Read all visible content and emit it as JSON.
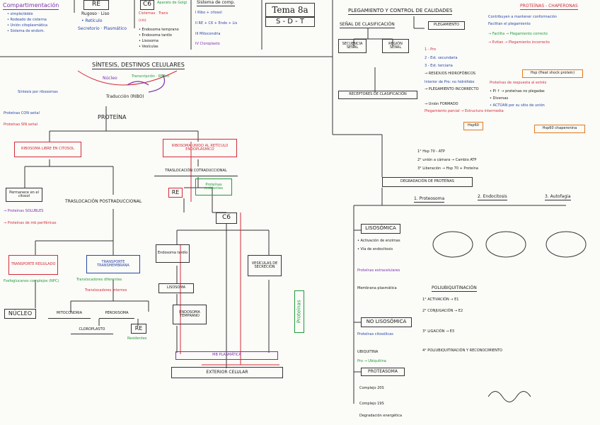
{
  "top_left": {
    "comp_title": "Compartimentación",
    "comp_items": [
      "• simple/doble",
      "• Rodeado de cisterna",
      "• Unión citoplasmática",
      "• Sistema de endom."
    ],
    "re_title": "RE",
    "re_items": [
      "Rugoso · Liso",
      "• Retículo",
      "Secretorio · Plasmático"
    ],
    "c6_title": "C6",
    "c6_sub": "Aparato de Golgi",
    "c6_items": [
      "Cisternas · Trans",
      "(cis)",
      "• Endosoma temprano",
      "• Endosoma tardío",
      "• Lisosoma",
      "• Vesículas"
    ],
    "sistema_title": "Sistema de comp.",
    "sistema_items": [
      "I Ribo + citosol",
      "II RE + C6 + Endo + Lis",
      "III Mitocondria",
      "IV Cloroplasto"
    ],
    "tema_title": "Tema 8a",
    "tema_sub": "S - D - T"
  },
  "left_flow": {
    "sintesis_title": "SÍNTESIS, DESTINOS CELULARES",
    "nucleo": "Núcleo",
    "transcrip": "Transcripción · RNAm",
    "traduccion": "Traducción (RIBO)",
    "sintesis_ribo": "Síntesis por ribosomas",
    "proteina": "PROTEÍNA",
    "con_senal": "Proteínas CON señal",
    "sin_senal": "Proteínas SIN señal",
    "ribosoma_libre": "RIBOSOMA LIBRE EN CITOSOL",
    "ribosoma_unido": "RIBOSOMA UNIDO AL RETÍCULO ENDOPLÁSMICO",
    "permanece": "Permanece en el citosol",
    "permanece_items": [
      "→ Proteínas SOLUBLES",
      "→ Proteínas de mb periféricas"
    ],
    "traslocacion_post": "TRASLOCACIÓN POSTRADUCCIONAL",
    "transporte_regulado": "TRANSPORTE REGULADO",
    "transporte_regulado_sub": "Fosfoglucanos complejos (NPC)",
    "nucleo_box": "NÚCLEO",
    "transporte_trans": "TRANSPORTE TRANSMEMBRANA",
    "transporte_trans_sub": "Translocadores diferentes",
    "transporte_trans_sub2": "Translocadores internos",
    "mitocondria": "MITOCONDRIA",
    "peroxisoma": "PEROXISOMA",
    "cloroplasto": "CLOROPLASTO",
    "re_box": "RE",
    "re_sub": "Residentes",
    "traslocacion_co": "TRASLOCACIÓN COTRADUCCIONAL",
    "re_box2": "RE",
    "proteinas_re": "Proteínas residentes",
    "c6_box": "C6",
    "endosoma_tardio": "Endosoma tardío",
    "lisosoma": "LISOSOMA",
    "endosoma_temprano": "ENDOSOMA TEMPRANO",
    "vesiculas_secrecion": "VESÍCULAS DE SECRECIÓN",
    "mb_plasmatica": "MB PLASMÁTICA",
    "exterior_celular": "EXTERIOR CELULAR",
    "proteinas_vertical": "Proteínas"
  },
  "middle": {
    "plegamiento_title": "PLEGAMIENTO Y CONTROL DE CALIDADES",
    "senal_clasif": "SEÑAL DE CLASIFICACIÓN",
    "secuencia_senal": "SECUENCIA SEÑAL",
    "region_senal": "REGIÓN SEÑAL",
    "receptores": "RECEPTORES DE CLASIFICACIÓN",
    "degradacion": "DEGRADACIÓN DE PROTEÍNAS",
    "plegamiento_box": "PLEGAMIENTO",
    "plegamiento_items": [
      "1 - Pro",
      "2 - Est. secundaria",
      "3 - Est. terciaria",
      "→ RESIDUOS HIDROFÓBICOS",
      "Interior de Pro: no hidrófobo",
      "→ PLEGAMIENTO INCORRECTO",
      "→ Unión FORMADO",
      "Plegamiento parcial → Estructura intermedia"
    ],
    "hsp60": "Hsp60",
    "hsp60_items": [
      "1° Hsp 70 - ATP",
      "2° unión a cámara → Cambio ATP",
      "3° Liberación → Hsp 70 + Proteína"
    ]
  },
  "right": {
    "chaperonas": "PROTEÍNAS - CHAPERONAS",
    "chap_items": [
      "Contribuyen a mantener conformación",
      "Facilitan el plegamiento"
    ],
    "chap_lines": [
      "→ Facilita → Plegamiento correcto",
      "→ Evitan → Plegamiento incorrecto"
    ],
    "hsp_heat": "Hsp (Heat shock protein)",
    "hsp_items": [
      "Proteínas de respuesta al estrés",
      "• Pl ↑ → proteínas no plegadas",
      "• Diversas",
      "• ACTÚAN por su sitio de unión"
    ],
    "hsp60_cam": "Hsp60 chaperonina",
    "deg_1": "1. Proteosoma",
    "deg_2": "2. Endocitosis",
    "deg_3": "3. Autofagia",
    "lisosomica": "LISOSÓMICA",
    "lis_items": [
      "• Activación de enzimas",
      "• Vía de endocitosis",
      "Proteínas extracelulares",
      "Membrana plasmática"
    ],
    "poliubiquitinacion": "POLIUBIQUITINACIÓN",
    "poli_items": [
      "1° ACTIVACIÓN → E1",
      "2° CONJUGACIÓN → E2",
      "3° LIGACIÓN → E3",
      "4° POLIUBIQUITINACIÓN Y RECONOCIMIENTO"
    ],
    "no_lisosomica": "NO LISOSÓMICA",
    "nolis_items": [
      "Proteínas citosólicas",
      "UBIQUITINA",
      "Pro → Ubiquitina"
    ],
    "proteasoma": "PROTEASOMA",
    "prot_items": [
      "Complejo 20S",
      "Complejo 19S",
      "Degradación energética"
    ]
  }
}
